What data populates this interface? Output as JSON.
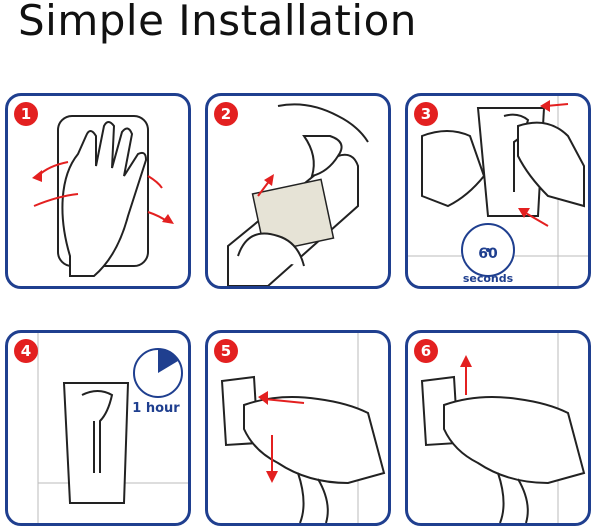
{
  "title": "Simple Installation",
  "steps": [
    {
      "number": "1"
    },
    {
      "number": "2"
    },
    {
      "number": "3",
      "timer_value": "60",
      "timer_unit": "seconds"
    },
    {
      "number": "4",
      "timer_text": "1 hour"
    },
    {
      "number": "5"
    },
    {
      "number": "6"
    }
  ],
  "colors": {
    "border": "#1f3f8f",
    "badge": "#e32020",
    "arrow": "#e32020",
    "line": "#222222"
  }
}
